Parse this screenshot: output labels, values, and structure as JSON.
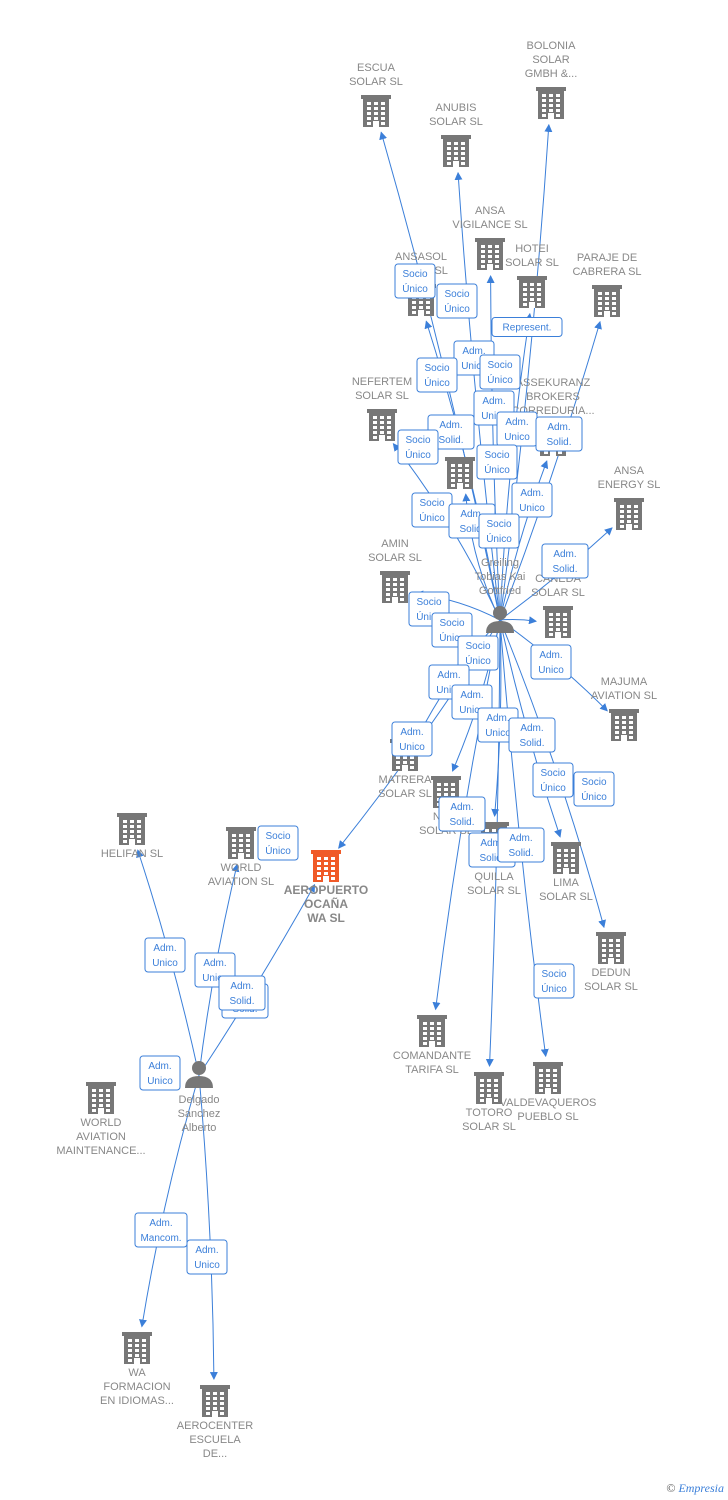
{
  "colors": {
    "edge": "#3b7fd9",
    "company": "#777777",
    "focus": "#f05a28",
    "person": "#777777"
  },
  "brand": {
    "copyright": "©",
    "name": "Empresia"
  },
  "nodes": [
    {
      "id": "escua",
      "kind": "company",
      "lines": [
        "ESCUA",
        "SOLAR  SL"
      ]
    },
    {
      "id": "bolonia",
      "kind": "company",
      "lines": [
        "BOLONIA",
        "SOLAR",
        "GMBH &..."
      ]
    },
    {
      "id": "anubis",
      "kind": "company",
      "lines": [
        "ANUBIS",
        "SOLAR  SL"
      ]
    },
    {
      "id": "vigilance",
      "kind": "company",
      "lines": [
        "ANSA",
        "VIGILANCE  SL"
      ]
    },
    {
      "id": "ansasol",
      "kind": "company",
      "lines": [
        "ANSASOL",
        "SOLAR  SL"
      ]
    },
    {
      "id": "hotei",
      "kind": "company",
      "lines": [
        "HOTEI",
        "SOLAR  SL"
      ]
    },
    {
      "id": "paraje",
      "kind": "company",
      "lines": [
        "PARAJE DE",
        "CABRERA SL"
      ]
    },
    {
      "id": "nefertem",
      "kind": "company",
      "lines": [
        "NEFERTEM",
        "SOLAR  SL"
      ]
    },
    {
      "id": "assekuranz",
      "kind": "company",
      "lines": [
        "ASSEKURANZ",
        "BROKERS",
        "CORREDURIA..."
      ]
    },
    {
      "id": "center",
      "kind": "company",
      "lines": []
    },
    {
      "id": "energy",
      "kind": "company",
      "lines": [
        "ANSA",
        "ENERGY SL"
      ]
    },
    {
      "id": "amin",
      "kind": "company",
      "lines": [
        "AMIN",
        "SOLAR  SL"
      ]
    },
    {
      "id": "greiling",
      "kind": "person",
      "lines": [
        "Greiling",
        "Tobias Kai",
        "Gottfried"
      ]
    },
    {
      "id": "caneda",
      "kind": "company",
      "lines": [
        "CANEDA",
        "SOLAR  SL"
      ]
    },
    {
      "id": "majuma",
      "kind": "company",
      "lines": [
        "MAJUMA",
        "AVIATION  SL"
      ]
    },
    {
      "id": "matrera",
      "kind": "company",
      "lines": [
        "MATRERA",
        "SOLAR  SL"
      ]
    },
    {
      "id": "nari",
      "kind": "company",
      "lines": [
        "NARI",
        "SOLAR  SL"
      ]
    },
    {
      "id": "mama",
      "kind": "company",
      "lines": [
        "MAMA",
        "QUILLA",
        "SOLAR  SL"
      ]
    },
    {
      "id": "lima",
      "kind": "company",
      "lines": [
        "LIMA",
        "SOLAR SL"
      ]
    },
    {
      "id": "helifan",
      "kind": "company",
      "lines": [
        "HELIFAN SL"
      ]
    },
    {
      "id": "worldav",
      "kind": "company",
      "lines": [
        "WORLD",
        "AVIATION  SL"
      ]
    },
    {
      "id": "aeropuerto",
      "kind": "focus",
      "lines": [
        "AEROPUERTO",
        "OCAÑA",
        "WA  SL"
      ]
    },
    {
      "id": "dedun",
      "kind": "company",
      "lines": [
        "DEDUN",
        "SOLAR  SL"
      ]
    },
    {
      "id": "comandante",
      "kind": "company",
      "lines": [
        "COMANDANTE",
        "TARIFA  SL"
      ]
    },
    {
      "id": "valdevaqueros",
      "kind": "company",
      "lines": [
        "VALDEVAQUEROS",
        "PUEBLO  SL"
      ]
    },
    {
      "id": "totoro",
      "kind": "company",
      "lines": [
        "TOTORO",
        "SOLAR SL"
      ]
    },
    {
      "id": "worldmaint",
      "kind": "company",
      "lines": [
        "WORLD",
        "AVIATION",
        "MAINTENANCE..."
      ]
    },
    {
      "id": "delgado",
      "kind": "person",
      "lines": [
        "Delgado",
        "Sanchez",
        "Alberto"
      ]
    },
    {
      "id": "waform",
      "kind": "company",
      "lines": [
        "WA",
        "FORMACION",
        "EN IDIOMAS..."
      ]
    },
    {
      "id": "aerocenter",
      "kind": "company",
      "lines": [
        "AEROCENTER",
        "ESCUELA",
        "DE..."
      ]
    }
  ],
  "edges": [
    {
      "from": "greiling",
      "to": "escua"
    },
    {
      "from": "greiling",
      "to": "anubis"
    },
    {
      "from": "greiling",
      "to": "bolonia"
    },
    {
      "from": "greiling",
      "to": "vigilance"
    },
    {
      "from": "greiling",
      "to": "ansasol"
    },
    {
      "from": "greiling",
      "to": "hotei"
    },
    {
      "from": "greiling",
      "to": "paraje"
    },
    {
      "from": "greiling",
      "to": "nefertem"
    },
    {
      "from": "greiling",
      "to": "assekuranz"
    },
    {
      "from": "greiling",
      "to": "center"
    },
    {
      "from": "greiling",
      "to": "energy"
    },
    {
      "from": "greiling",
      "to": "amin"
    },
    {
      "from": "greiling",
      "to": "caneda"
    },
    {
      "from": "greiling",
      "to": "majuma"
    },
    {
      "from": "greiling",
      "to": "matrera"
    },
    {
      "from": "greiling",
      "to": "nari"
    },
    {
      "from": "greiling",
      "to": "mama"
    },
    {
      "from": "greiling",
      "to": "lima"
    },
    {
      "from": "greiling",
      "to": "dedun"
    },
    {
      "from": "greiling",
      "to": "comandante"
    },
    {
      "from": "greiling",
      "to": "totoro"
    },
    {
      "from": "greiling",
      "to": "valdevaqueros"
    },
    {
      "from": "greiling",
      "to": "aeropuerto"
    },
    {
      "from": "delgado",
      "to": "helifan"
    },
    {
      "from": "delgado",
      "to": "worldav"
    },
    {
      "from": "delgado",
      "to": "aeropuerto"
    },
    {
      "from": "delgado",
      "to": "waform"
    },
    {
      "from": "delgado",
      "to": "aerocenter"
    }
  ],
  "edge_labels": [
    {
      "lines": [
        "Socio",
        "Único"
      ]
    },
    {
      "lines": [
        "Socio",
        "Único"
      ]
    },
    {
      "lines": [
        "Represent."
      ]
    },
    {
      "lines": [
        "Adm.",
        "Unico"
      ]
    },
    {
      "lines": [
        "Socio",
        "Único"
      ]
    },
    {
      "lines": [
        "Socio",
        "Único"
      ]
    },
    {
      "lines": [
        "Adm.",
        "Unico"
      ]
    },
    {
      "lines": [
        "Adm.",
        "Solid."
      ]
    },
    {
      "lines": [
        "Socio",
        "Único"
      ]
    },
    {
      "lines": [
        "Adm.",
        "Unico"
      ]
    },
    {
      "lines": [
        "Adm.",
        "Solid."
      ]
    },
    {
      "lines": [
        "Socio",
        "Único"
      ]
    },
    {
      "lines": [
        "Adm.",
        "Unico"
      ]
    },
    {
      "lines": [
        "Socio",
        "Único"
      ]
    },
    {
      "lines": [
        "Adm.",
        "Solid."
      ]
    },
    {
      "lines": [
        "Socio",
        "Único"
      ]
    },
    {
      "lines": [
        "Adm.",
        "Solid."
      ]
    },
    {
      "lines": [
        "Socio",
        "Único"
      ]
    },
    {
      "lines": [
        "Socio",
        "Único"
      ]
    },
    {
      "lines": [
        "Adm.",
        "Unico"
      ]
    },
    {
      "lines": [
        "Socio",
        "Único"
      ]
    },
    {
      "lines": [
        "Adm.",
        "Unico"
      ]
    },
    {
      "lines": [
        "Adm.",
        "Unico"
      ]
    },
    {
      "lines": [
        "Adm.",
        "Unico"
      ]
    },
    {
      "lines": [
        "Adm.",
        "Solid."
      ]
    },
    {
      "lines": [
        "Adm.",
        "Unico"
      ]
    },
    {
      "lines": [
        "Adm.",
        "Solid."
      ]
    },
    {
      "lines": [
        "Socio",
        "Único"
      ]
    },
    {
      "lines": [
        "Socio",
        "Único"
      ]
    },
    {
      "lines": [
        "Adm.",
        "Solid."
      ]
    },
    {
      "lines": [
        "Adm.",
        "Solid."
      ]
    },
    {
      "lines": [
        "Adm.",
        "Solid."
      ]
    },
    {
      "lines": [
        "Socio",
        "Único"
      ]
    },
    {
      "lines": [
        "Socio",
        "Único"
      ]
    },
    {
      "lines": [
        "Adm.",
        "Unico"
      ]
    },
    {
      "lines": [
        "Adm.",
        "Unico"
      ]
    },
    {
      "lines": [
        "Adm.",
        "Solid."
      ]
    },
    {
      "lines": [
        "Adm.",
        "Unico"
      ]
    },
    {
      "lines": [
        "Adm.",
        "Mancom."
      ]
    },
    {
      "lines": [
        "Adm.",
        "Unico"
      ]
    }
  ]
}
